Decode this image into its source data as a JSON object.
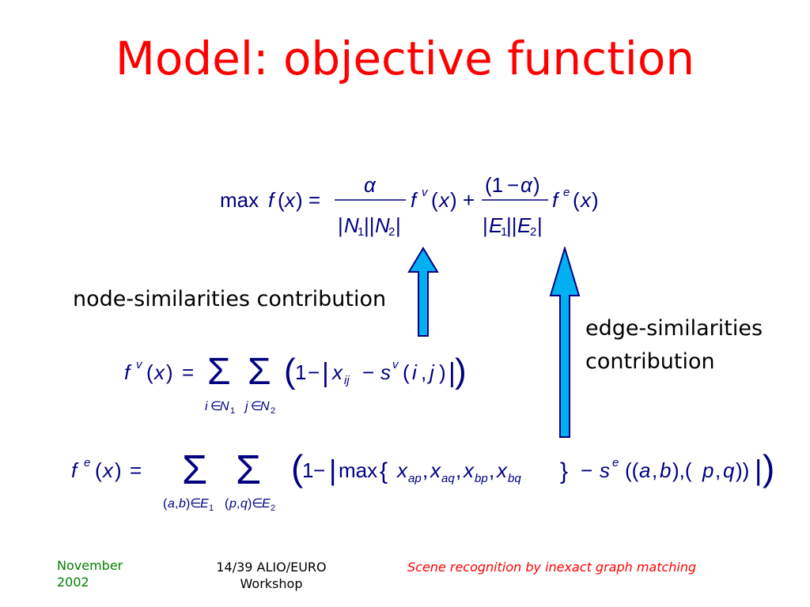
{
  "slide": {
    "title": "Model: objective function",
    "label_node": "node-similarities contribution",
    "label_edge_line1": "edge-similarities",
    "label_edge_line2": "contribution"
  },
  "footer": {
    "date_line1": "November",
    "date_line2": "2002",
    "workshop_line1": "14/39 ALIO/EURO",
    "workshop_line2": "Workshop",
    "subtitle": "Scene recognition by inexact graph matching"
  },
  "colors": {
    "title": "#ff0000",
    "math": "#000080",
    "arrow_fill": "#00b0f0",
    "arrow_stroke": "#000080",
    "footer_left": "#008000",
    "footer_right": "#ff0000"
  },
  "equations": {
    "objective": "max f(x) = α / (|N1||N2|) · f^v(x) + (1 − α) / (|E1||E2|) · f^e(x)",
    "node_term": "f^v(x) = Σ_{i∈N1} Σ_{j∈N2} (1 − |x_ij − s^v(i,j)|)",
    "edge_term": "f^e(x) = Σ_{(a,b)∈E1} Σ_{(p,q)∈E2} (1 − |max{x_ap, x_aq, x_bp, x_bq} − s^e((a,b),(p,q))|)"
  }
}
